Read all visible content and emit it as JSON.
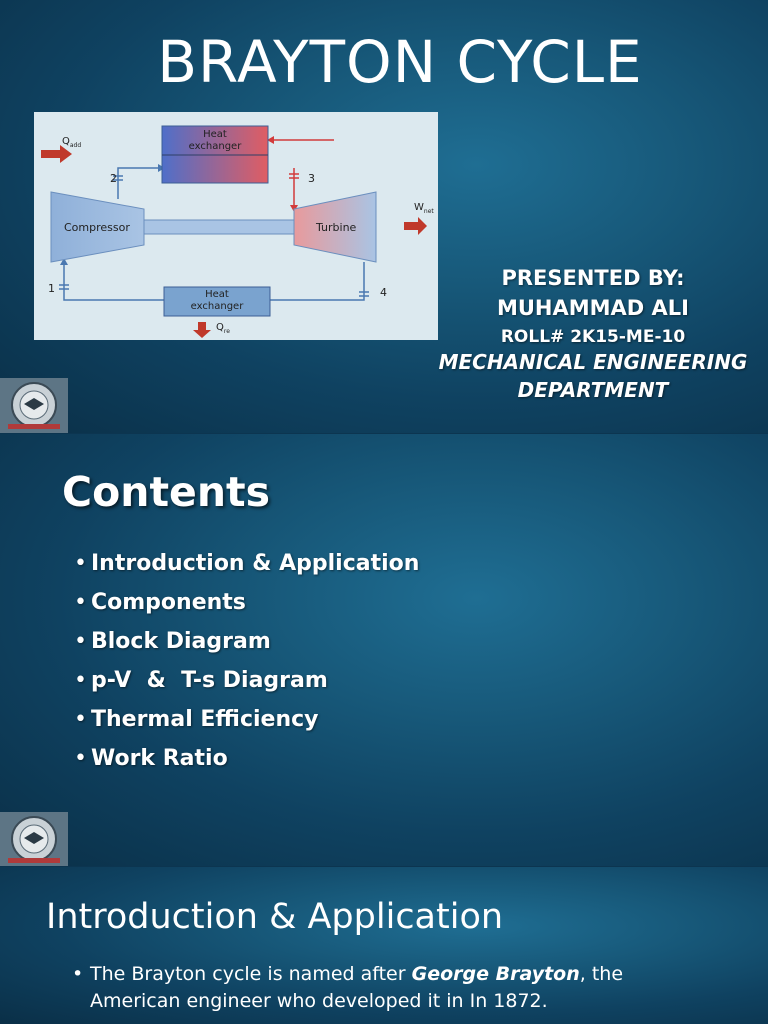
{
  "slide1": {
    "title": "BRAYTON CYCLE",
    "diagram": {
      "q_add": "Q",
      "q_add_sub": "add",
      "q_re": "Q",
      "q_re_sub": "re",
      "w_net": "W",
      "w_net_sub": "net",
      "heat_exchanger_top": [
        "Heat",
        "exchanger"
      ],
      "heat_exchanger_bottom": [
        "Heat",
        "exchanger"
      ],
      "compressor": "Compressor",
      "turbine": "Turbine",
      "points": [
        "1",
        "2",
        "3",
        "4"
      ]
    },
    "presented_by": "PRESENTED BY:",
    "name": "MUHAMMAD ALI",
    "roll": "ROLL# 2K15-ME-10",
    "department_line1": "MECHANICAL ENGINEERING",
    "department_line2": "DEPARTMENT"
  },
  "slide2": {
    "title": "Contents",
    "items": [
      "Introduction & Application",
      "Components",
      "Block Diagram",
      "p-V  &  T-s Diagram",
      "Thermal Efficiency",
      "Work Ratio"
    ]
  },
  "slide3": {
    "title": "Introduction & Application",
    "text_before": "The Brayton cycle is named after ",
    "text_bold": "George Brayton",
    "text_after": ", the American engineer who developed it in In 1872."
  },
  "colors": {
    "slide_bg": "#175879",
    "hx_hot": "#e05a5a",
    "hx_cold": "#4a72c4",
    "component_blue": "#7aa3cf",
    "arrow_red": "#c0392b"
  }
}
